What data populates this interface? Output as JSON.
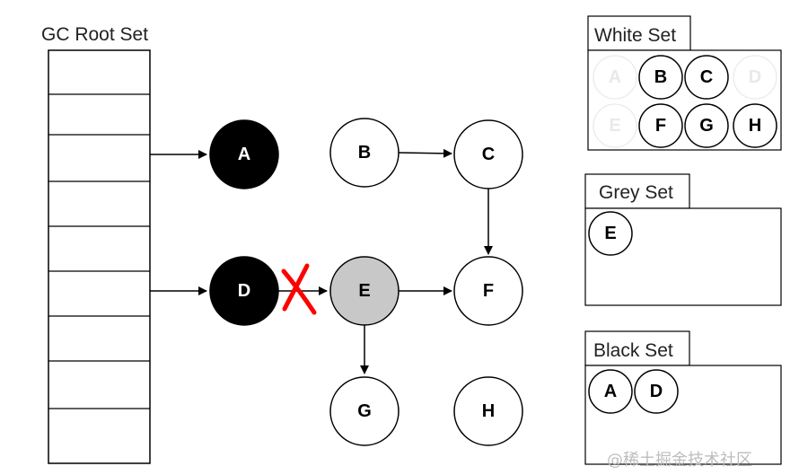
{
  "root_set": {
    "title": "GC Root Set"
  },
  "graph": {
    "nodes": [
      {
        "id": "A",
        "label": "A"
      },
      {
        "id": "B",
        "label": "B"
      },
      {
        "id": "C",
        "label": "C"
      },
      {
        "id": "D",
        "label": "D"
      },
      {
        "id": "E",
        "label": "E"
      },
      {
        "id": "F",
        "label": "F"
      },
      {
        "id": "G",
        "label": "G"
      },
      {
        "id": "H",
        "label": "H"
      }
    ],
    "edges": [
      {
        "from": "root",
        "to": "A"
      },
      {
        "from": "root",
        "to": "D"
      },
      {
        "from": "B",
        "to": "C"
      },
      {
        "from": "C",
        "to": "F"
      },
      {
        "from": "D",
        "to": "E",
        "cut": true
      },
      {
        "from": "E",
        "to": "F"
      },
      {
        "from": "E",
        "to": "G"
      }
    ]
  },
  "sets": {
    "white": {
      "title": "White Set",
      "items": [
        "A",
        "B",
        "C",
        "D",
        "E",
        "F",
        "G",
        "H"
      ]
    },
    "grey": {
      "title": "Grey Set",
      "items": [
        "E"
      ]
    },
    "black": {
      "title": "Black Set",
      "items": [
        "A",
        "D"
      ]
    }
  },
  "colors": {
    "black_node": "#000000",
    "grey_node": "#c8c8c8",
    "white_node": "#ffffff",
    "cut_mark": "#ff0000",
    "faded": "#e6e6e6"
  },
  "watermark": "@稀土掘金技术社区"
}
